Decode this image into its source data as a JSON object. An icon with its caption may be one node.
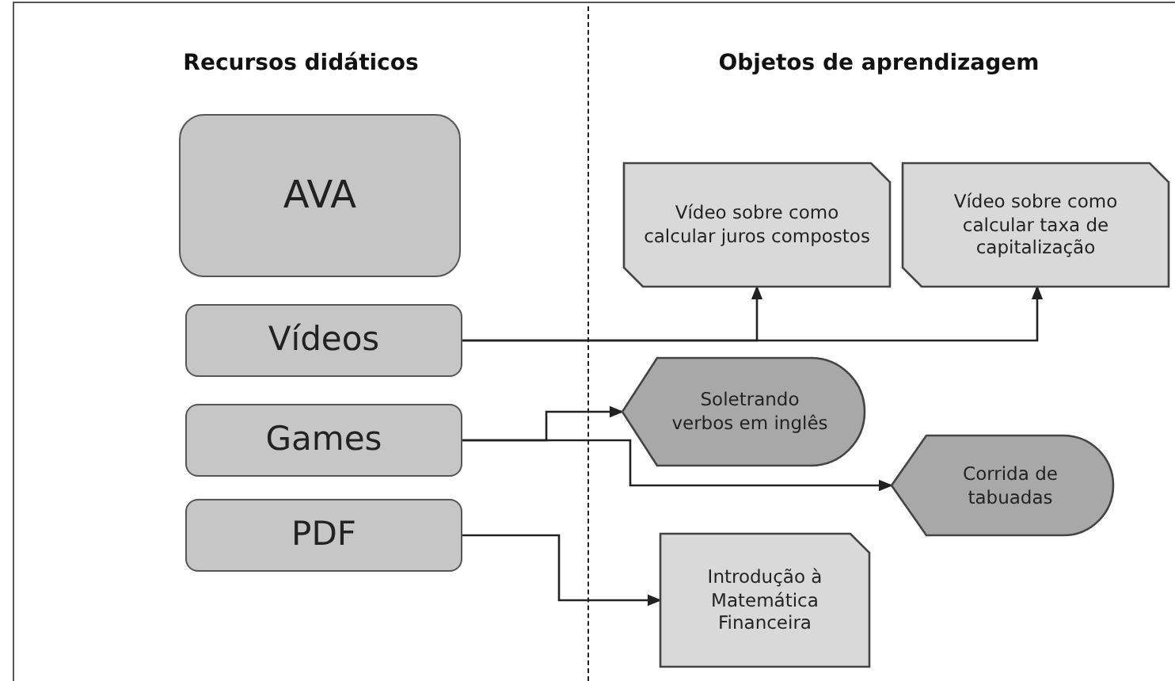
{
  "diagram": {
    "nodes": [
      {
        "text": [
          "AVA"
        ]
      },
      {
        "text": [
          "Vídeos"
        ]
      },
      {
        "text": [
          "Games"
        ]
      },
      {
        "text": [
          "PDF"
        ]
      },
      {
        "text": [
          "Vídeo sobre como calcular juros compostos"
        ]
      },
      {
        "text": [
          "Vídeo sobre como calcular taxa de capitalização"
        ]
      },
      {
        "text": [
          "Soletrando verbos em inglês"
        ]
      },
      {
        "text": [
          "Corrida de tabuadas"
        ]
      },
      {
        "text": [
          "Introdução à Matemática Financeira"
        ]
      }
    ],
    "edges": [
      {
        "from": 1,
        "to": 4,
        "arrow": "to"
      },
      {
        "from": 1,
        "to": 5,
        "arrow": "to"
      },
      {
        "from": 2,
        "to": 6,
        "arrow": "to"
      },
      {
        "from": 2,
        "to": 7,
        "arrow": "to"
      },
      {
        "from": 3,
        "to": 8,
        "arrow": "to"
      }
    ],
    "labels": [
      "Recursos didáticos",
      "Objetos de aprendizagem"
    ]
  }
}
